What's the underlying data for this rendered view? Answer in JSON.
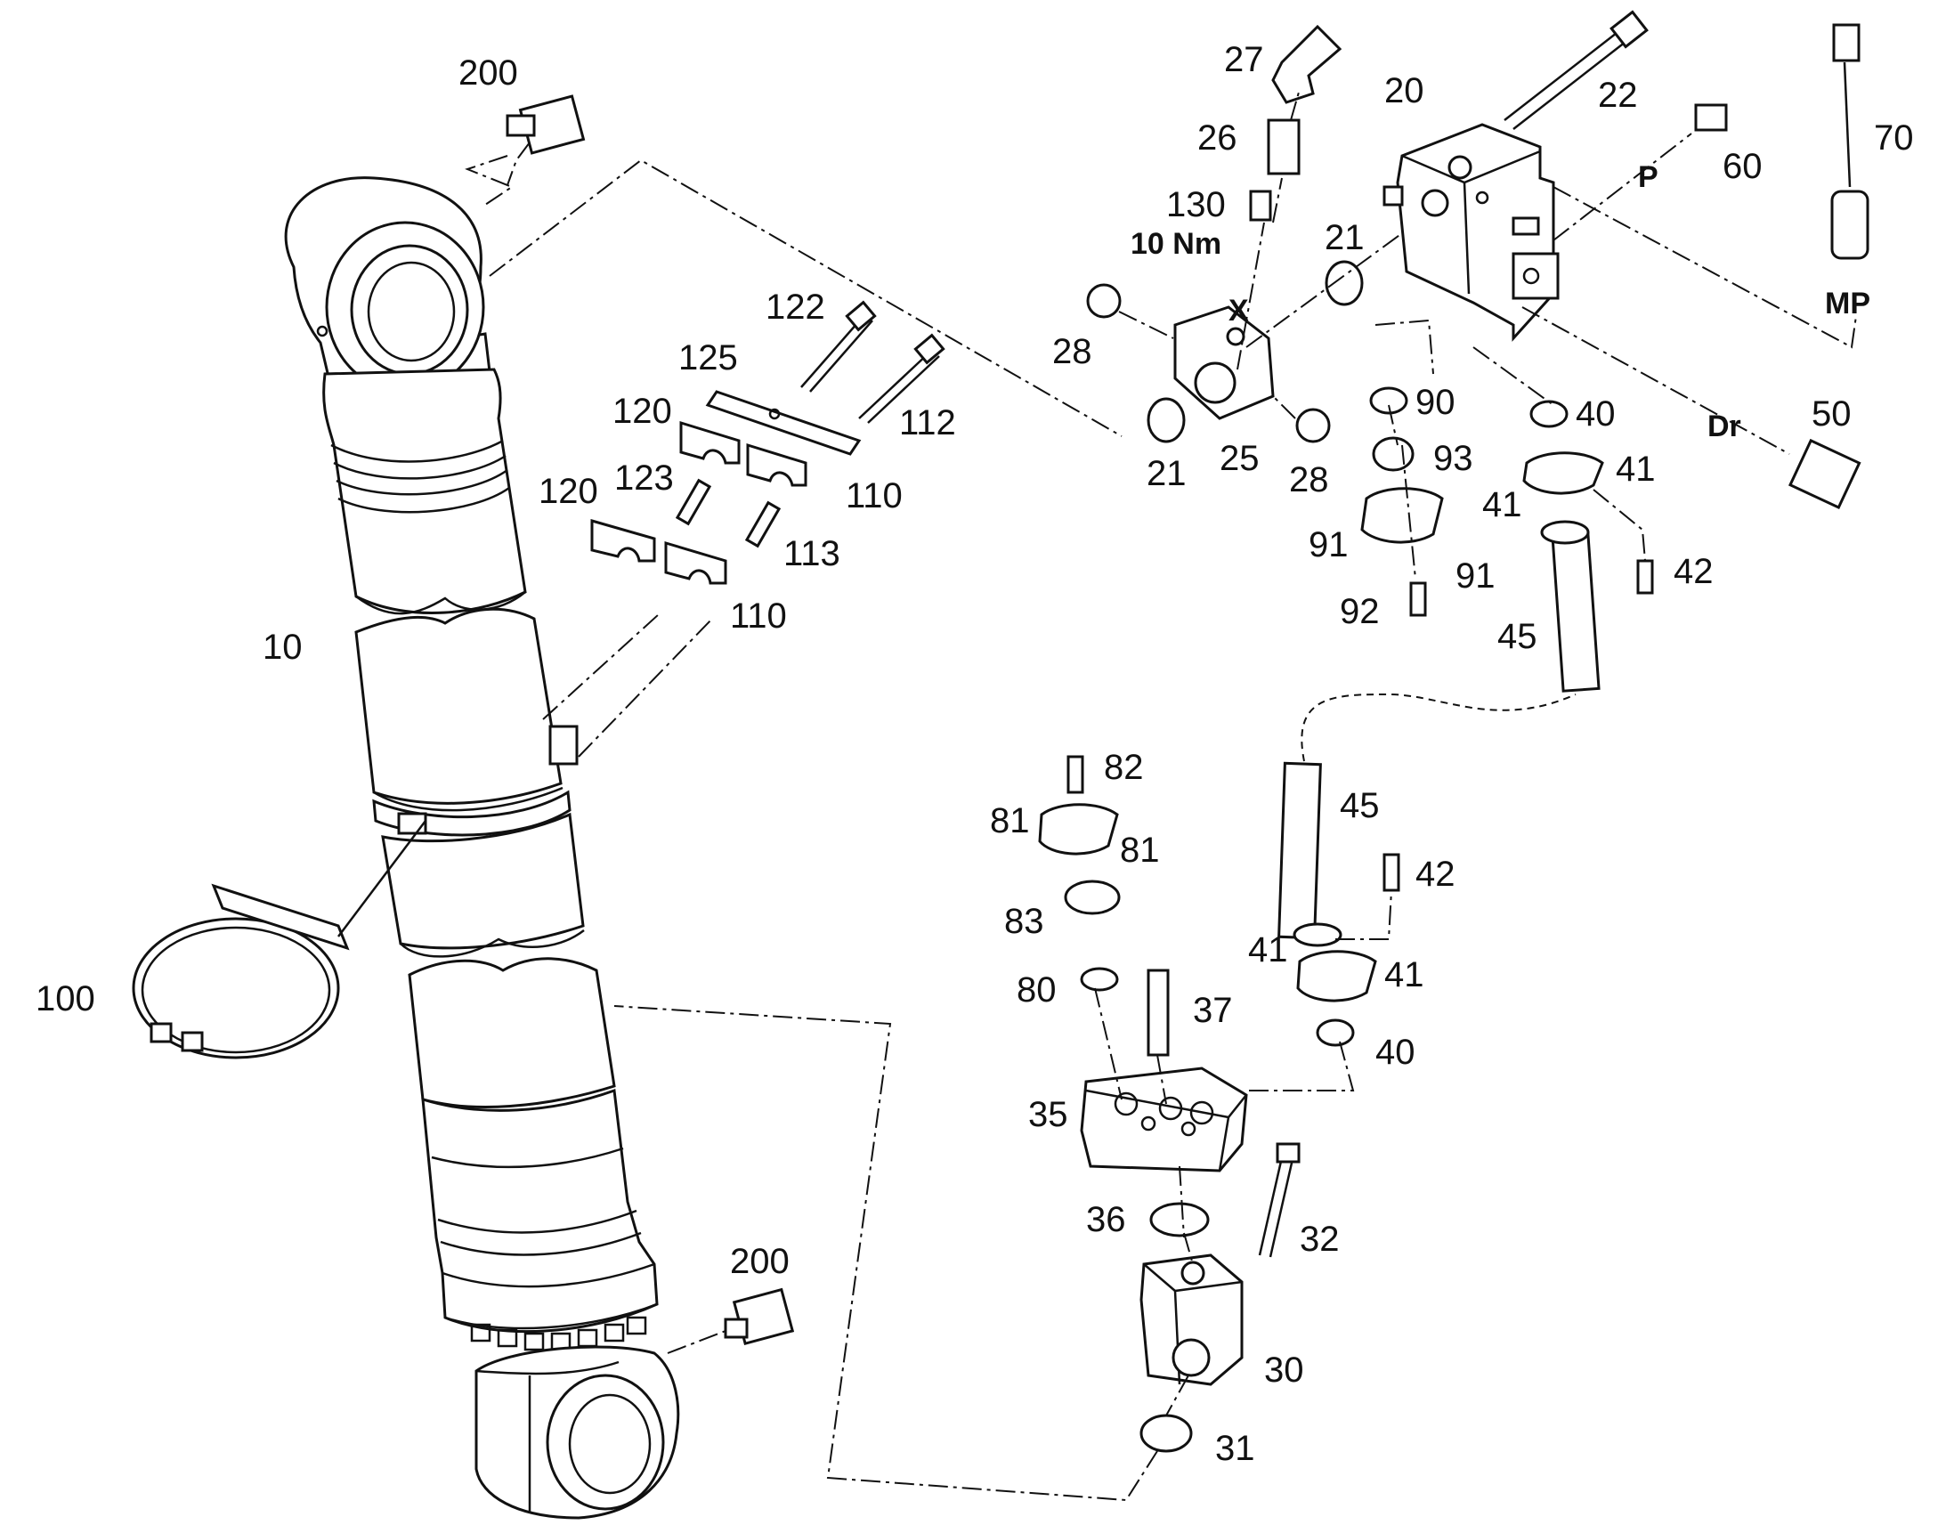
{
  "diagram": {
    "labels": {
      "p10": "10",
      "p20": "20",
      "p21a": "21",
      "p21b": "21",
      "p22": "22",
      "p25": "25",
      "p26": "26",
      "p27": "27",
      "p28a": "28",
      "p28b": "28",
      "p30": "30",
      "p31": "31",
      "p32": "32",
      "p35": "35",
      "p36": "36",
      "p37": "37",
      "p40a": "40",
      "p40b": "40",
      "p41a": "41",
      "p41b": "41",
      "p41c": "41",
      "p41d": "41",
      "p42a": "42",
      "p42b": "42",
      "p45a": "45",
      "p45b": "45",
      "p50": "50",
      "p60": "60",
      "p70": "70",
      "p80": "80",
      "p81a": "81",
      "p81b": "81",
      "p82": "82",
      "p83": "83",
      "p90": "90",
      "p91a": "91",
      "p91b": "91",
      "p92": "92",
      "p93": "93",
      "p100": "100",
      "p110a": "110",
      "p110b": "110",
      "p112": "112",
      "p113": "113",
      "p120a": "120",
      "p120b": "120",
      "p122": "122",
      "p123": "123",
      "p125": "125",
      "p130": "130",
      "p200a": "200",
      "p200b": "200"
    },
    "annotations": {
      "torque": "10 Nm",
      "port_x": "X",
      "port_p": "P",
      "port_mp": "MP",
      "port_dr": "Dr"
    }
  }
}
